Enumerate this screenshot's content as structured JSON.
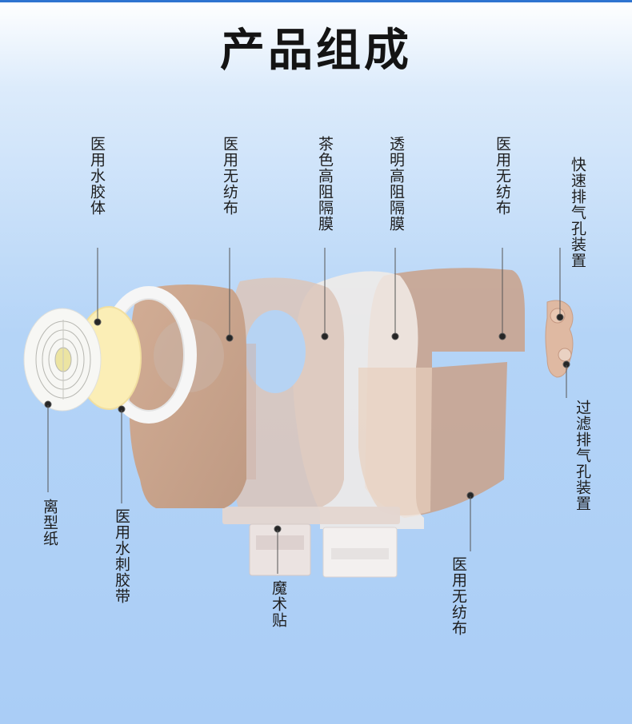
{
  "title": "产品组成",
  "components": {
    "hydrocolloid": "医用水胶体",
    "nonwoven_1": "医用无纺布",
    "brown_film": "茶色高阻隔膜",
    "clear_film": "透明高阻隔膜",
    "nonwoven_2": "医用无纺布",
    "quick_vent": "快速排气孔装置",
    "release_paper": "离型纸",
    "spunlace_tape": "医用水刺胶带",
    "velcro": "魔术贴",
    "nonwoven_3": "医用无纺布",
    "filter_vent": "过滤排气孔装置"
  },
  "colors": {
    "accent": "#2f74d0",
    "skin": "#c9a48c",
    "hydrocolloid": "#fbeeb6"
  }
}
